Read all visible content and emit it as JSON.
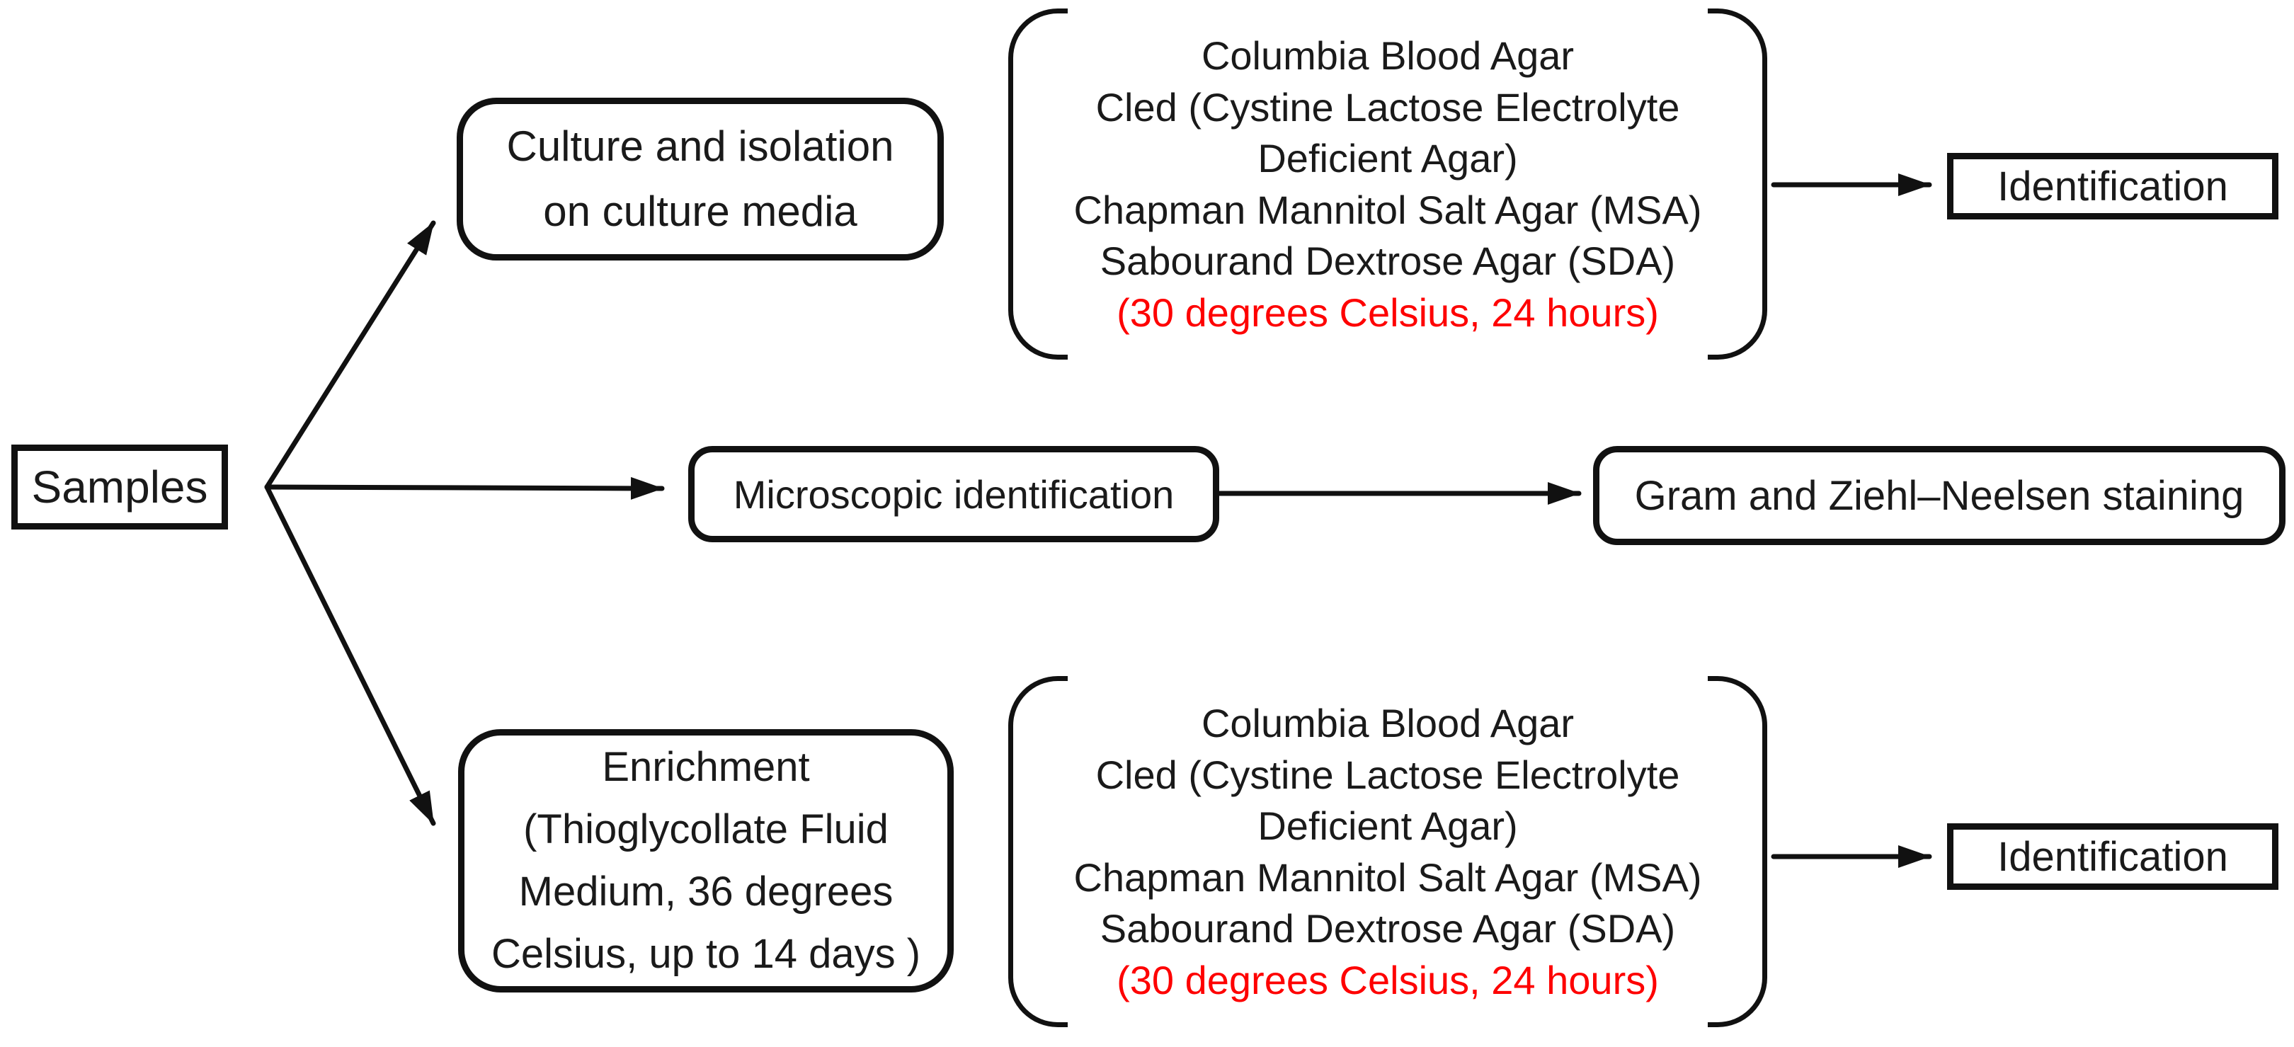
{
  "colors": {
    "ink": "#1a1a1a",
    "line": "#111111",
    "red": "#fe0000",
    "bg": "#ffffff"
  },
  "samples": {
    "label": "Samples"
  },
  "branches": {
    "culture": {
      "box_lines": [
        "Culture and isolation",
        "on culture media"
      ],
      "media": [
        {
          "text": "Columbia Blood Agar",
          "color": "black"
        },
        {
          "text": "Cled (Cystine Lactose Electrolyte",
          "color": "black"
        },
        {
          "text": "Deficient Agar)",
          "color": "black"
        },
        {
          "text": "Chapman Mannitol Salt Agar (MSA)",
          "color": "black"
        },
        {
          "text": "Sabourand Dextrose Agar (SDA)",
          "color": "black"
        },
        {
          "text": "(30 degrees Celsius, 24 hours)",
          "color": "red"
        }
      ],
      "result": "Identification"
    },
    "microscopy": {
      "box": "Microscopic identification",
      "result": "Gram and Ziehl–Neelsen staining"
    },
    "enrichment": {
      "box_lines": [
        "Enrichment",
        "(Thioglycollate Fluid",
        "Medium, 36 degrees",
        "Celsius, up to 14 days )"
      ],
      "media": [
        {
          "text": "Columbia Blood Agar",
          "color": "black"
        },
        {
          "text": "Cled (Cystine Lactose Electrolyte",
          "color": "black"
        },
        {
          "text": "Deficient Agar)",
          "color": "black"
        },
        {
          "text": "Chapman Mannitol Salt Agar (MSA)",
          "color": "black"
        },
        {
          "text": "Sabourand Dextrose Agar (SDA)",
          "color": "black"
        },
        {
          "text": "(30 degrees Celsius, 24 hours)",
          "color": "red"
        }
      ],
      "result": "Identification"
    }
  }
}
